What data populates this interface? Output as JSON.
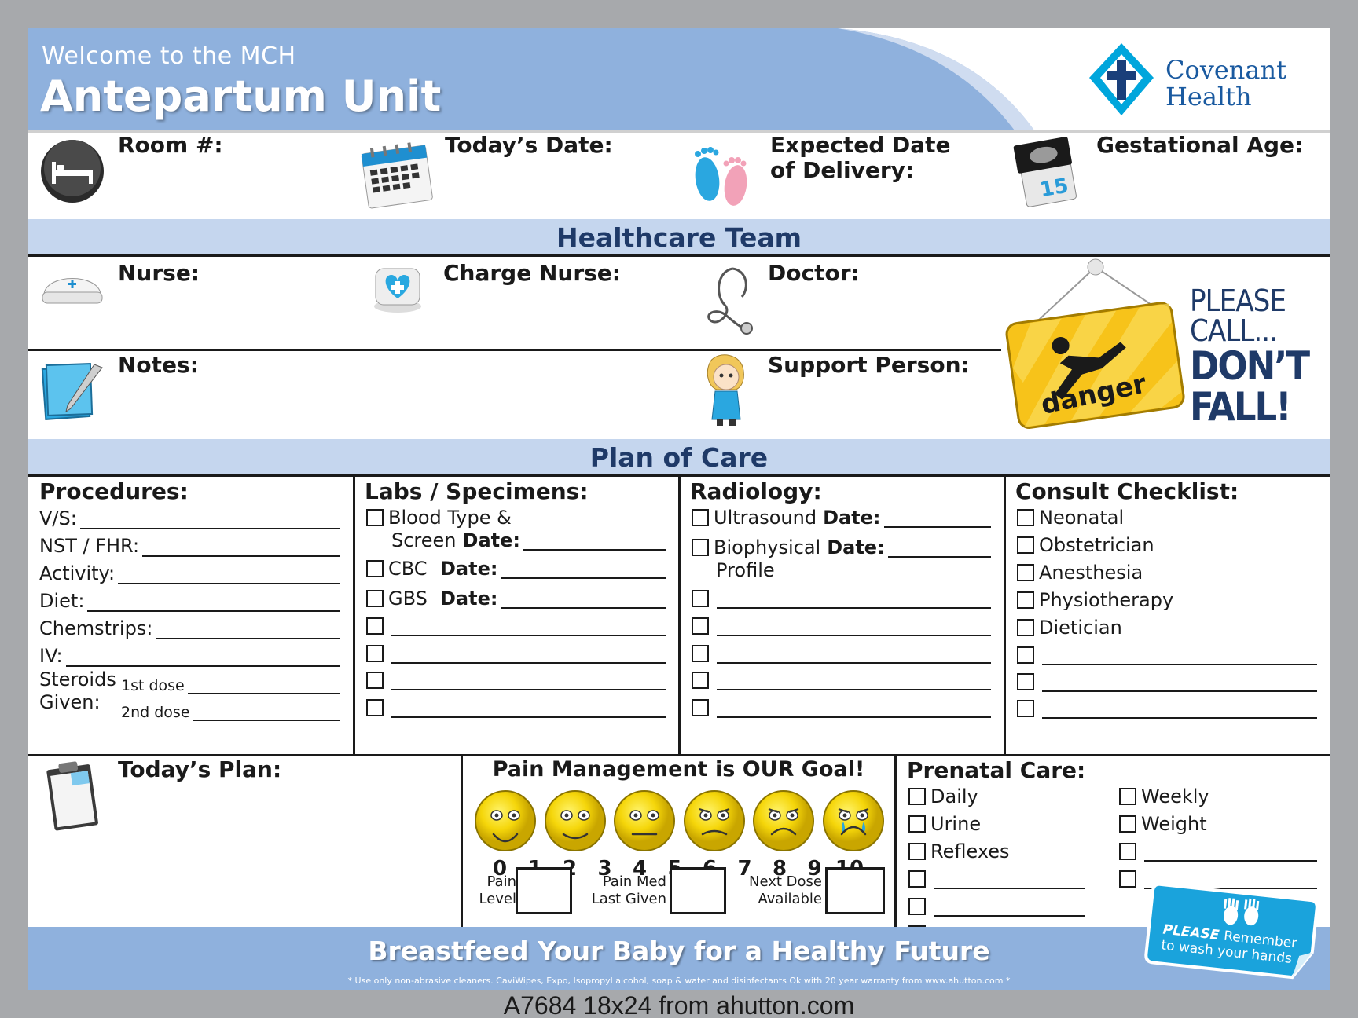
{
  "header": {
    "welcome": "Welcome to the MCH",
    "title": "Antepartum Unit",
    "logo_line1": "Covenant",
    "logo_line2": "Health"
  },
  "info_row": {
    "room": "Room #:",
    "todays_date": "Today’s Date:",
    "edd_line1": "Expected Date",
    "edd_line2": "of Delivery:",
    "gestational_age": "Gestational Age:",
    "calendar_day": "15"
  },
  "healthcare_team": {
    "band_title": "Healthcare Team",
    "nurse": "Nurse:",
    "charge_nurse": "Charge Nurse:",
    "doctor": "Doctor:",
    "notes": "Notes:",
    "support_person": "Support Person:"
  },
  "fall_sign": {
    "sign_text": "danger",
    "line1": "PLEASE",
    "line2": "CALL...",
    "line3": "DON’T",
    "line4": "FALL!"
  },
  "plan_of_care": {
    "band_title": "Plan of Care",
    "procedures": {
      "title": "Procedures:",
      "rows": [
        "V/S:",
        "NST / FHR:",
        "Activity:",
        "Diet:",
        "Chemstrips:",
        "IV:"
      ],
      "steroids_line1": "Steroids",
      "steroids_line2": "Given:",
      "dose1": "1st dose",
      "dose2": "2nd dose"
    },
    "labs": {
      "title": "Labs / Specimens:",
      "blood_type_line1": "Blood Type &",
      "blood_type_line2": "Screen",
      "cbc": "CBC",
      "gbs": "GBS",
      "date_label": "Date:"
    },
    "radiology": {
      "title": "Radiology:",
      "ultrasound": "Ultrasound",
      "biophysical_line1": "Biophysical",
      "biophysical_line2": "Profile",
      "date_label": "Date:"
    },
    "consult": {
      "title": "Consult Checklist:",
      "items": [
        "Neonatal",
        "Obstetrician",
        "Anesthesia",
        "Physiotherapy",
        "Dietician"
      ]
    }
  },
  "todays_plan": {
    "title": "Today’s Plan:"
  },
  "pain": {
    "title": "Pain Management is OUR Goal!",
    "scale": [
      "0",
      "1",
      "2",
      "3",
      "4",
      "5",
      "6",
      "7",
      "8",
      "9",
      "10"
    ],
    "pain_level_1": "Pain",
    "pain_level_2": "Level",
    "pain_med_1": "Pain Med",
    "pain_med_2": "Last Given",
    "next_dose_1": "Next Dose",
    "next_dose_2": "Available"
  },
  "prenatal": {
    "title": "Prenatal Care:",
    "left_items": [
      "Daily",
      "Urine",
      "Reflexes"
    ],
    "right_items": [
      "Weekly",
      "Weight"
    ]
  },
  "hands_sticker": {
    "please": "PLEASE",
    "remember": "Remember",
    "line2": "to wash your hands"
  },
  "footer": {
    "main": "Breastfeed Your Baby for a Healthy Future",
    "note": "* Use only non-abrasive cleaners. CaviWipes, Expo, Isopropyl alcohol, soap & water and disinfectants Ok with 20 year warranty from www.ahutton.com *"
  },
  "caption": "A7684  18x24  from ahutton.com",
  "colors": {
    "header_blue": "#8fb1dd",
    "band_blue": "#c5d6ee",
    "title_navy": "#1f3a68",
    "logo_blue": "#1a5aa0",
    "face_yellow": "#f5d60a"
  }
}
